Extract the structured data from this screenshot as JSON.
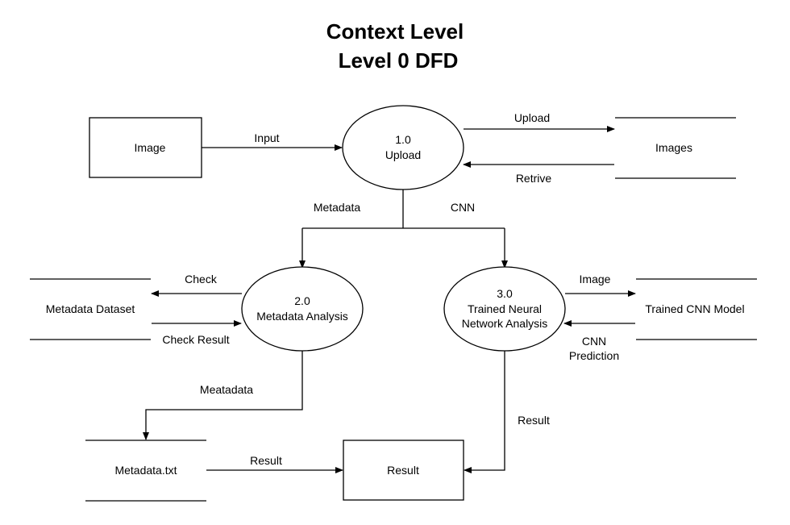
{
  "title": {
    "line1": "Context Level",
    "line2": "Level 0 DFD"
  },
  "entities": {
    "image": "Image",
    "result": "Result"
  },
  "processes": {
    "p1": {
      "number": "1.0",
      "name": "Upload"
    },
    "p2": {
      "number": "2.0",
      "name": "Metadata Analysis"
    },
    "p3": {
      "number": "3.0",
      "name_line1": "Trained Neural",
      "name_line2": "Network Analysis"
    }
  },
  "data_stores": {
    "images": "Images",
    "metadata_dataset": "Metadata Dataset",
    "trained_model": "Trained CNN Model",
    "metadata_txt": "Metadata.txt"
  },
  "flows": {
    "input": "Input",
    "upload": "Upload",
    "retrive": "Retrive",
    "metadata": "Metadata",
    "cnn": "CNN",
    "check": "Check",
    "check_result": "Check Result",
    "image": "Image",
    "cnn_prediction_line1": "CNN",
    "cnn_prediction_line2": "Prediction",
    "meatadata": "Meatadata",
    "result_from_p3": "Result",
    "result_from_txt": "Result"
  },
  "colors": {
    "stroke": "#000000",
    "fill": "#ffffff",
    "text": "#000000"
  }
}
